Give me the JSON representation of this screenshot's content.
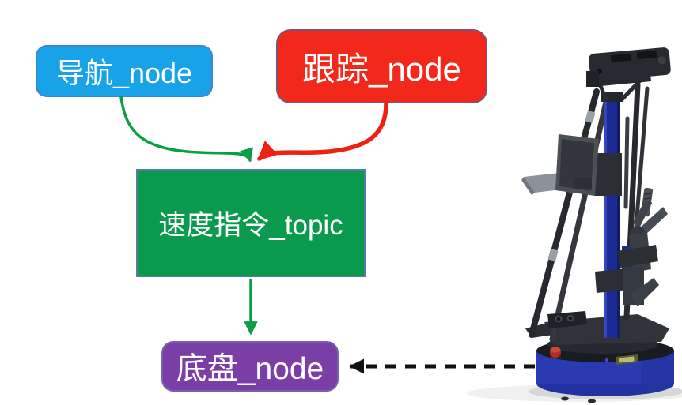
{
  "page": {
    "background": "#ffffff"
  },
  "diagram": {
    "nodes": {
      "navigation": {
        "label": "导航_node",
        "fill": "#18a3e8",
        "text_color": "#ffffff"
      },
      "tracking": {
        "label": "跟踪_node",
        "fill": "#f2281b",
        "text_color": "#ffffff"
      },
      "velocity_topic": {
        "label": "速度指令_topic",
        "fill": "#0a9a4e",
        "text_color": "#ffffff"
      },
      "chassis": {
        "label": "底盘_node",
        "fill": "#7b3da6",
        "text_color": "#ffffff"
      }
    },
    "edges": {
      "nav_to_topic": {
        "color": "#0c9d47",
        "style": "solid-curve"
      },
      "track_to_topic": {
        "color": "#ee2114",
        "style": "solid-curve"
      },
      "topic_to_chassis": {
        "color": "#0c9d47",
        "style": "solid-straight"
      },
      "robot_to_chassis": {
        "color": "#111111",
        "style": "dashed"
      }
    },
    "robot": {
      "name": "mobile-manipulator-robot",
      "base_color": "#2a3bb2",
      "mast_color": "#1c2a96"
    }
  }
}
